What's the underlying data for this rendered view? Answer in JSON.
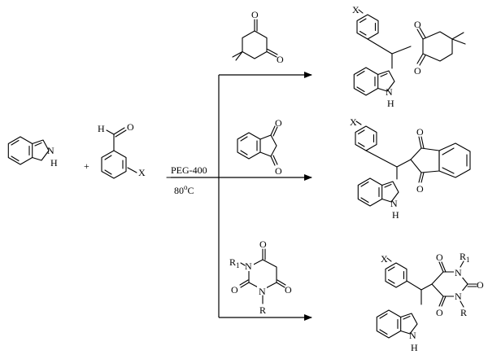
{
  "labels": {
    "aldehyde_h": "H",
    "aldehyde_o": "O",
    "substituent_x": "X",
    "indole_nh": "N",
    "indole_h": "H",
    "plus": "+",
    "solvent": "PEG-400",
    "temperature": "80",
    "temperature_sup": "o",
    "temperature_unit": "C",
    "carbonyl_o": "O",
    "ring_n": "N",
    "r1": "R",
    "r1_sub": "1",
    "r": "R"
  }
}
